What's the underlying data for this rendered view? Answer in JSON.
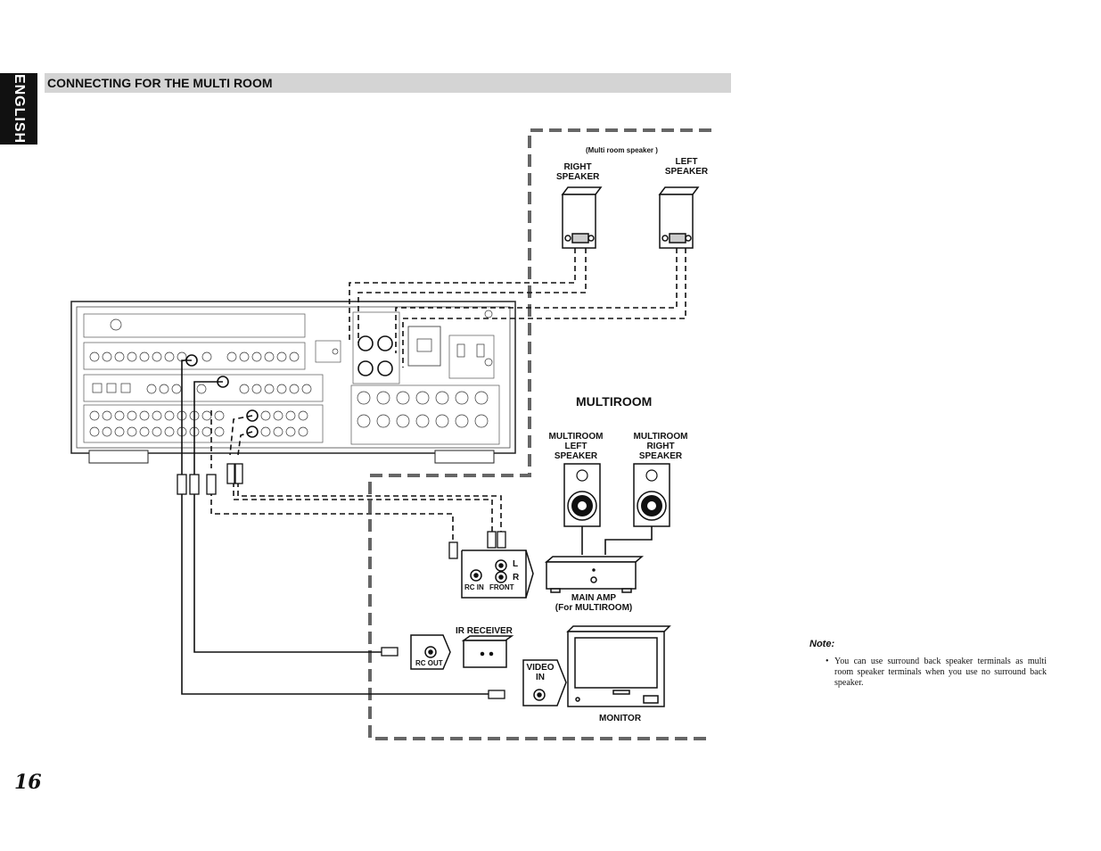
{
  "side_tab": "ENGLISH",
  "section_title": "CONNECTING FOR THE MULTI ROOM",
  "labels": {
    "multi_room_speaker": "(Multi room speaker )",
    "right_speaker_1": "RIGHT",
    "right_speaker_2": "SPEAKER",
    "left_speaker_1": "LEFT",
    "left_speaker_2": "SPEAKER",
    "multiroom": "MULTIROOM",
    "mr_left_1": "MULTIROOM",
    "mr_left_2": "LEFT",
    "mr_left_3": "SPEAKER",
    "mr_right_1": "MULTIROOM",
    "mr_right_2": "RIGHT",
    "mr_right_3": "SPEAKER",
    "main_amp_1": "MAIN AMP",
    "main_amp_2": "(For MULTIROOM)",
    "rc_in": "RC IN",
    "front": "FRONT",
    "l": "L",
    "r": "R",
    "ir_receiver": "IR RECEIVER",
    "rc_out": "RC OUT",
    "video_in_1": "VIDEO",
    "video_in_2": "IN",
    "monitor": "MONITOR"
  },
  "note": {
    "title": "Note:",
    "bullet": "•",
    "text": "You can use surround back speaker terminals as multi room speaker terminals when you use no surround back speaker."
  },
  "page_number": "16"
}
